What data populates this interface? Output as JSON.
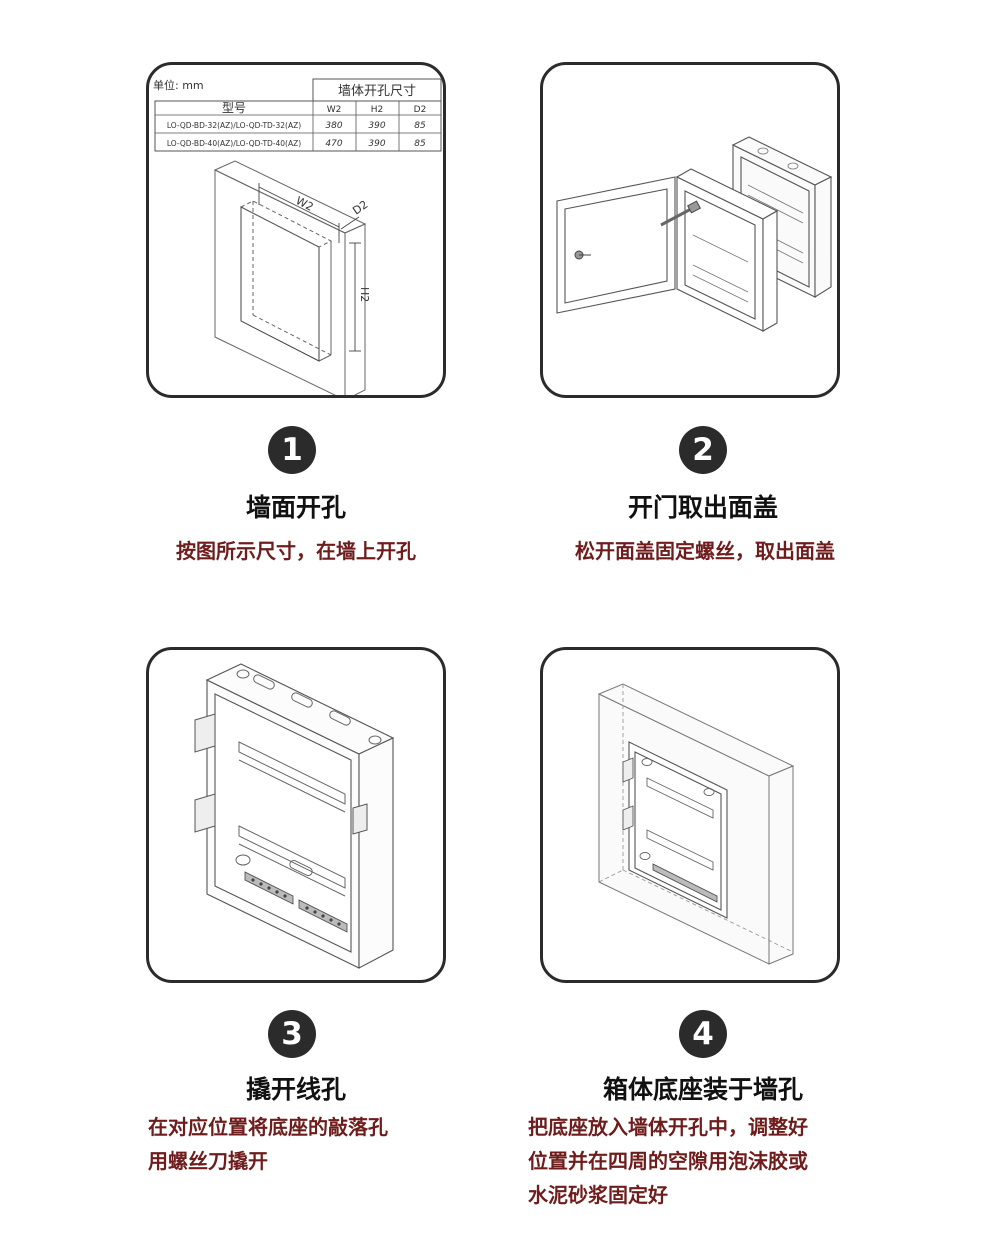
{
  "steps": [
    {
      "number": "1",
      "title": "墙面开孔",
      "desc_lines": [
        "按图所示尺寸，在墙上开孔"
      ],
      "table": {
        "unit_label": "单位: mm",
        "group_header": "墙体开孔尺寸",
        "model_header": "型号",
        "col_headers": [
          "W2",
          "H2",
          "D2"
        ],
        "rows": [
          {
            "model": "LO-QD-BD-32(AZ)/LO-QD-TD-32(AZ)",
            "values": [
              "380",
              "390",
              "85"
            ]
          },
          {
            "model": "LO-QD-BD-40(AZ)/LO-QD-TD-40(AZ)",
            "values": [
              "470",
              "390",
              "85"
            ]
          }
        ]
      },
      "dim_labels": {
        "w": "W2",
        "d": "D2",
        "h": "H2"
      }
    },
    {
      "number": "2",
      "title": "开门取出面盖",
      "desc_lines": [
        "松开面盖固定螺丝，取出面盖"
      ]
    },
    {
      "number": "3",
      "title": "撬开线孔",
      "desc_lines": [
        "在对应位置将底座的敲落孔",
        "用螺丝刀撬开"
      ]
    },
    {
      "number": "4",
      "title": "箱体底座装于墙孔",
      "desc_lines": [
        "把底座放入墙体开孔中，调整好",
        "位置并在四周的空隙用泡沫胶或",
        "水泥砂浆固定好"
      ]
    }
  ],
  "colors": {
    "frame": "#2b2b2b",
    "title": "#111111",
    "desc": "#6e1c1c"
  }
}
